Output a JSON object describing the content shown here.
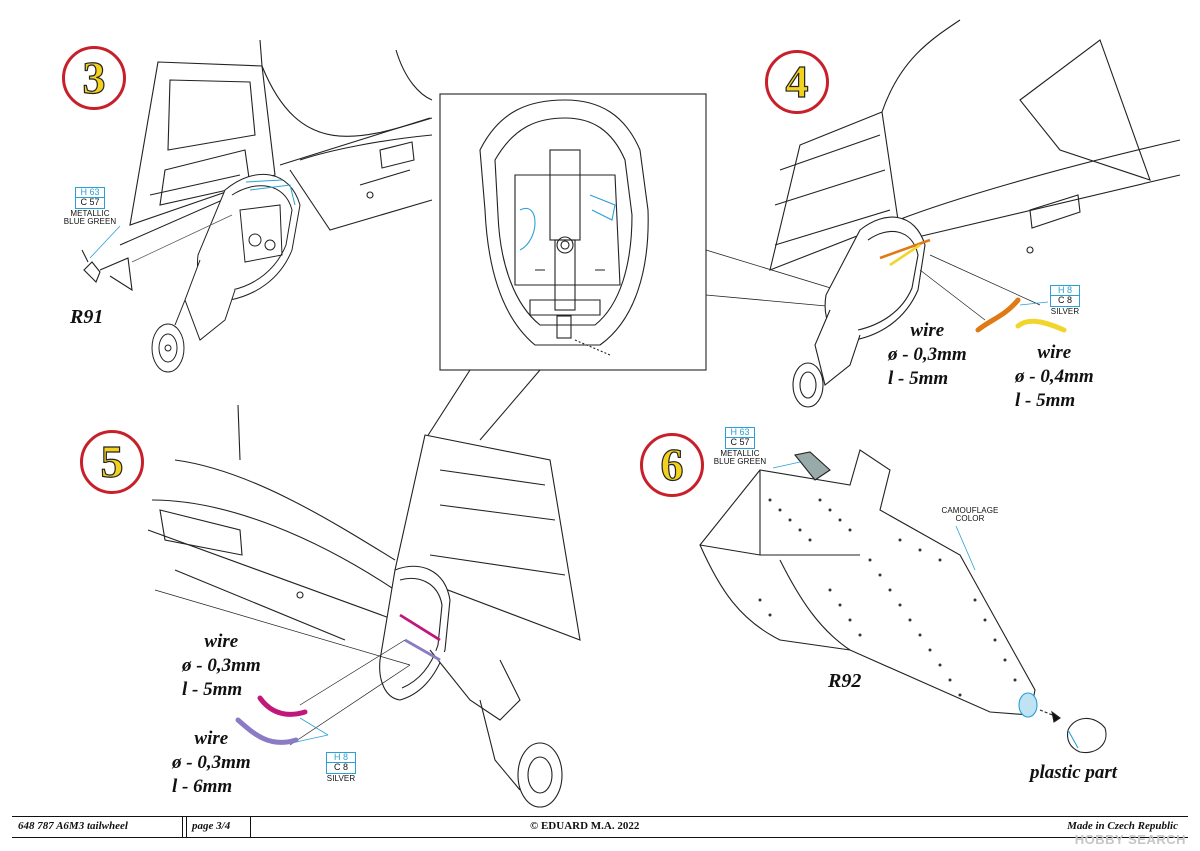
{
  "steps": {
    "s3": "3",
    "s4": "4",
    "s5": "5",
    "s6": "6"
  },
  "paints": {
    "step3": {
      "h": "H 63",
      "c": "C 57",
      "name_line1": "METALLIC",
      "name_line2": "BLUE GREEN"
    },
    "step4": {
      "h": "H 8",
      "c": "C 8",
      "name": "SILVER"
    },
    "step5": {
      "h": "H 8",
      "c": "C 8",
      "name": "SILVER"
    },
    "step6": {
      "h": "H 63",
      "c": "C 57",
      "name_line1": "METALLIC",
      "name_line2": "BLUE GREEN"
    }
  },
  "parts": {
    "r91": "R91",
    "r92": "R92",
    "plastic": "plastic part",
    "camo_line1": "CAMOUFLAGE",
    "camo_line2": "COLOR"
  },
  "wires": {
    "step4_orange": {
      "label": "wire",
      "dia": "ø - 0,3mm",
      "len": "l - 5mm"
    },
    "step4_yellow": {
      "label": "wire",
      "dia": "ø - 0,4mm",
      "len": "l - 5mm"
    },
    "step5_magenta": {
      "label": "wire",
      "dia": "ø - 0,3mm",
      "len": "l - 5mm"
    },
    "step5_purple": {
      "label": "wire",
      "dia": "ø - 0,3mm",
      "len": "l - 6mm"
    }
  },
  "colors": {
    "circle_border": "#c8202a",
    "circle_fill_text": "#f3d21f",
    "paint_box": "#2aa0d6",
    "wire_orange": "#e07a16",
    "wire_yellow": "#f2d52a",
    "wire_magenta": "#c0187a",
    "wire_purple": "#8b7bc4"
  },
  "footer": {
    "code": "648 787  A6M3 tailwheel",
    "page": "page 3/4",
    "copyright": "© EDUARD  M.A. 2022",
    "made": "Made in Czech Republic"
  },
  "watermark": "HOBBY SEARCH"
}
